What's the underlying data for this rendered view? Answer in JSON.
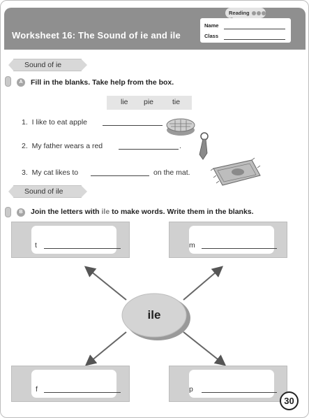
{
  "header": {
    "title": "Worksheet 16: The Sound of ie and ile",
    "reading_label": "Reading",
    "name_label": "Name",
    "class_label": "Class"
  },
  "section_a": {
    "tag": "Sound of ie",
    "badge": "A",
    "instruction": "Fill in the blanks. Take help from the box.",
    "word_box": [
      "lie",
      "pie",
      "tie"
    ],
    "questions": [
      {
        "num": "1.",
        "before": "I like to eat apple",
        "after": ""
      },
      {
        "num": "2.",
        "before": "My father wears a red",
        "after": "."
      },
      {
        "num": "3.",
        "before": "My cat likes to",
        "after": "on the mat."
      }
    ]
  },
  "section_b": {
    "tag": "Sound of ile",
    "badge": "B",
    "instruction_pre": "Join the letters with ",
    "instruction_highlight": "ile",
    "instruction_post": " to make words. Write them in the blanks.",
    "center_word": "ile",
    "letters": [
      "t",
      "m",
      "f",
      "p"
    ]
  },
  "page_number": "30"
}
